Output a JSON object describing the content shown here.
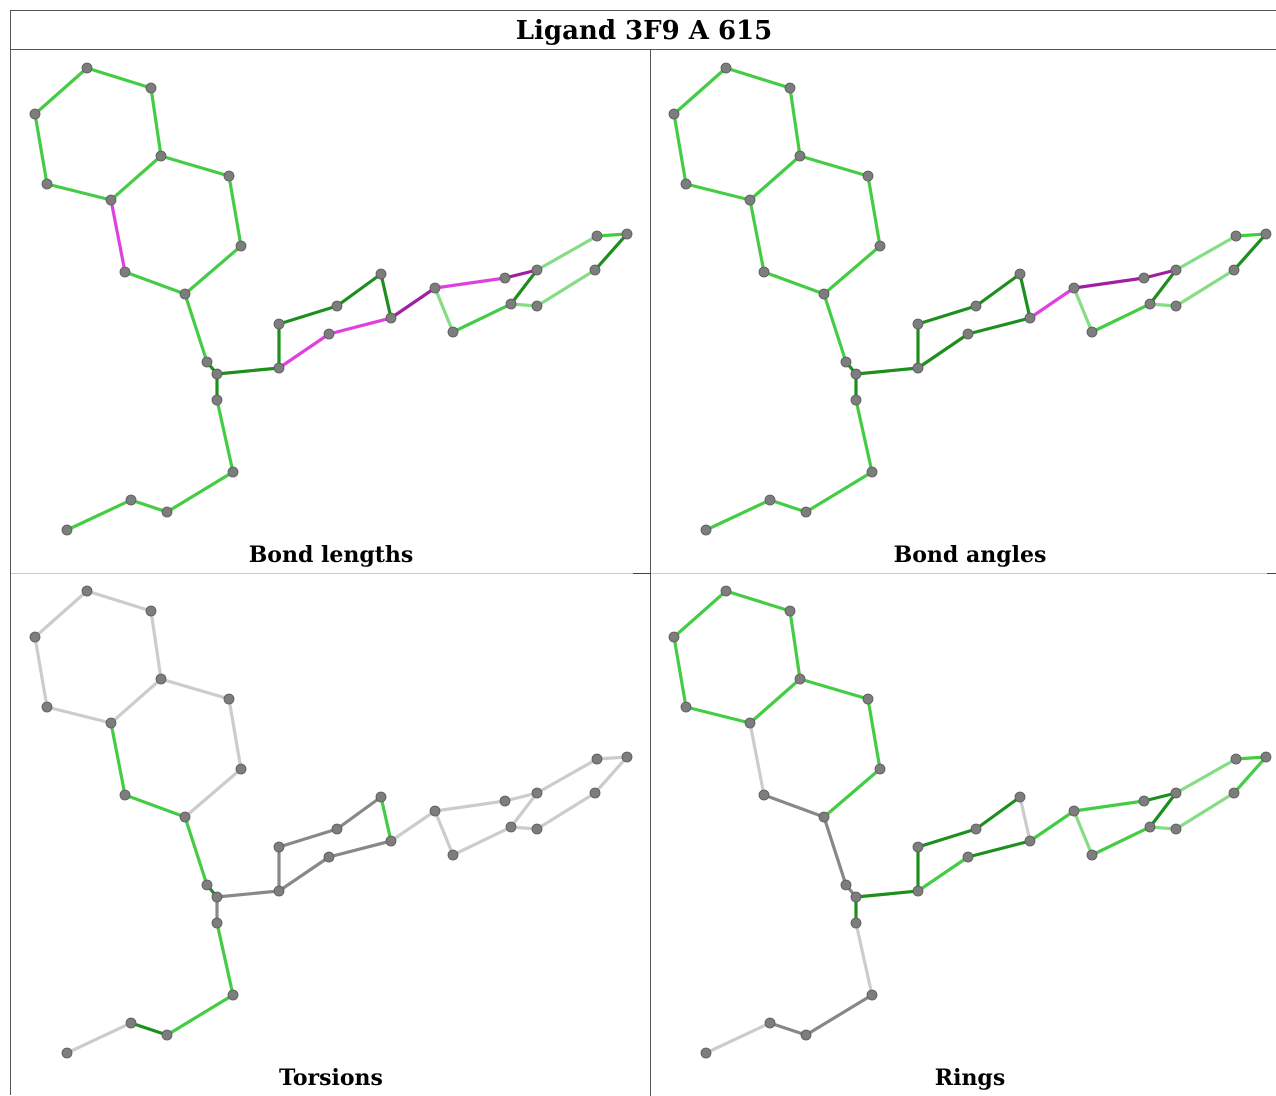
{
  "title": "Ligand 3F9 A 615",
  "panels": [
    {
      "id": "bond-lengths",
      "caption": "Bond lengths"
    },
    {
      "id": "bond-angles",
      "caption": "Bond angles"
    },
    {
      "id": "torsions",
      "caption": "Torsions"
    },
    {
      "id": "rings",
      "caption": "Rings"
    }
  ],
  "colors": {
    "bond_green": "#44cc44",
    "bond_dark_green": "#1d8f1d",
    "bond_light_green": "#86dd86",
    "bond_magenta": "#e040e0",
    "bond_dark_magenta": "#a020a0",
    "bond_gray": "#cccccc",
    "bond_dark_gray": "#888888",
    "atom": "#7d7d7d"
  }
}
